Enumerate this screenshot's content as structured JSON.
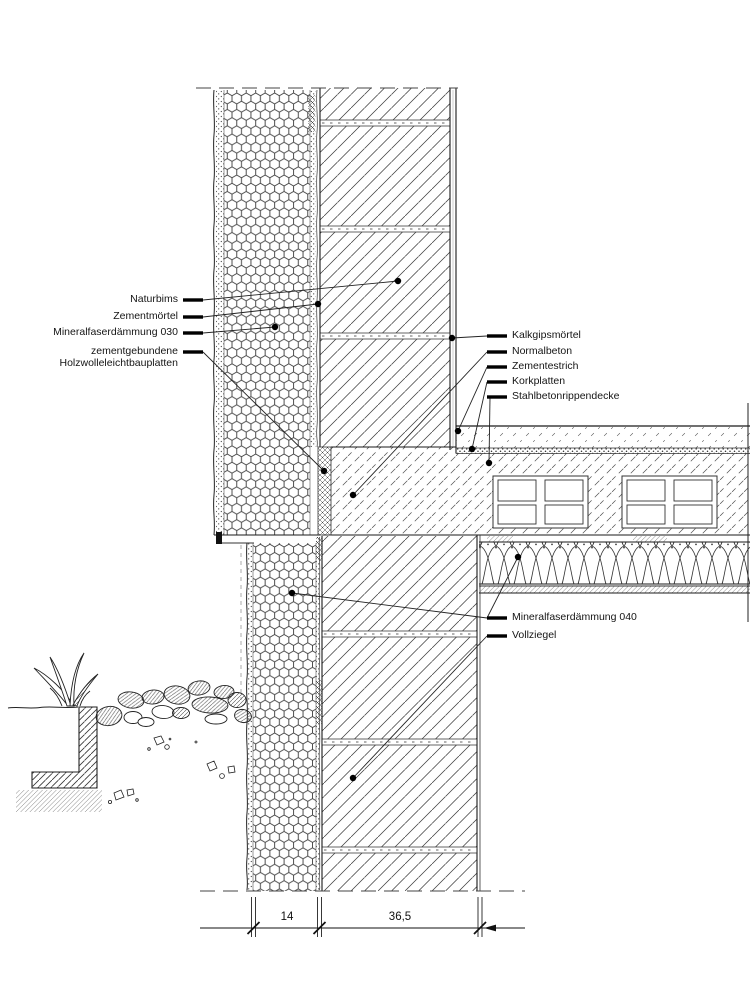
{
  "page": {
    "background": "#ffffff",
    "ink": "#1a1a1a",
    "description_labels_language": "de"
  },
  "labels": {
    "left": [
      {
        "id": "naturbims",
        "text": "Naturbims"
      },
      {
        "id": "zementmoertel",
        "text": "Zementmörtel"
      },
      {
        "id": "mineralfaser-030",
        "text": "Mineralfaserdämmung 030"
      },
      {
        "id": "holzwolle-line1",
        "text": "zementgebundene"
      },
      {
        "id": "holzwolle-line2",
        "text": "Holzwolleleichtbauplatten"
      }
    ],
    "right": [
      {
        "id": "kalkgipsmoertel",
        "text": "Kalkgipsmörtel"
      },
      {
        "id": "normalbeton",
        "text": "Normalbeton"
      },
      {
        "id": "zementestrich",
        "text": "Zementestrich"
      },
      {
        "id": "korkplatten",
        "text": "Korkplatten"
      },
      {
        "id": "stahlbetonrippendecke",
        "text": "Stahlbetonrippendecke"
      },
      {
        "id": "mineralfaser-040",
        "text": "Mineralfaserdämmung 040"
      },
      {
        "id": "vollziegel",
        "text": "Vollziegel"
      }
    ]
  },
  "dimensions": {
    "insulation_width": "14",
    "wall_width": "36,5"
  }
}
